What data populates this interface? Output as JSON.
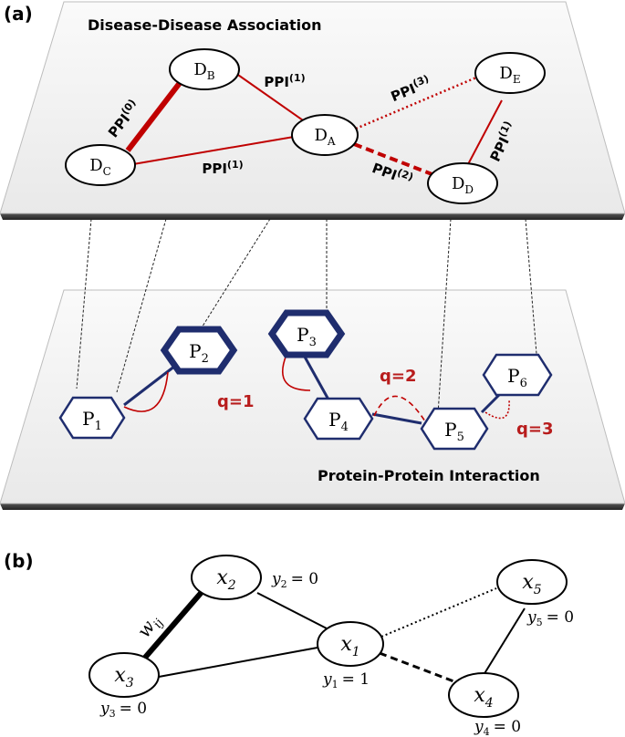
{
  "panel_a": {
    "label": "(a)",
    "top_plane_title": "Disease-Disease Association",
    "bottom_plane_title": "Protein-Protein Interaction",
    "diseases": {
      "DB": {
        "base": "D",
        "sub": "B"
      },
      "DC": {
        "base": "D",
        "sub": "C"
      },
      "DA": {
        "base": "D",
        "sub": "A"
      },
      "DE": {
        "base": "D",
        "sub": "E"
      },
      "DD": {
        "base": "D",
        "sub": "D"
      }
    },
    "ppi_labels": {
      "cb": {
        "base": "PPI",
        "sup": "(0)"
      },
      "ba": {
        "base": "PPI",
        "sup": "(1)"
      },
      "ca": {
        "base": "PPI",
        "sup": "(1)"
      },
      "ae": {
        "base": "PPI",
        "sup": "(3)"
      },
      "ad": {
        "base": "PPI",
        "sup": "(2)"
      },
      "de": {
        "base": "PPI",
        "sup": "(1)"
      }
    },
    "proteins": {
      "P1": {
        "base": "P",
        "sub": "1"
      },
      "P2": {
        "base": "P",
        "sub": "2"
      },
      "P3": {
        "base": "P",
        "sub": "3"
      },
      "P4": {
        "base": "P",
        "sub": "4"
      },
      "P5": {
        "base": "P",
        "sub": "5"
      },
      "P6": {
        "base": "P",
        "sub": "6"
      }
    },
    "q_labels": {
      "q1": "q=1",
      "q2": "q=2",
      "q3": "q=3"
    }
  },
  "panel_b": {
    "label": "(b)",
    "nodes": {
      "x1": {
        "base": "x",
        "sub": "1",
        "y_label": "y",
        "y_sub": "1",
        "y_value": "= 1"
      },
      "x2": {
        "base": "x",
        "sub": "2",
        "y_label": "y",
        "y_sub": "2",
        "y_value": "= 0"
      },
      "x3": {
        "base": "x",
        "sub": "3",
        "y_label": "y",
        "y_sub": "3",
        "y_value": "= 0"
      },
      "x4": {
        "base": "x",
        "sub": "4",
        "y_label": "y",
        "y_sub": "4",
        "y_value": "= 0"
      },
      "x5": {
        "base": "x",
        "sub": "5",
        "y_label": "y",
        "y_sub": "5",
        "y_value": "= 0"
      }
    },
    "edge_weight_label": {
      "base": "w",
      "sub": "ij"
    }
  },
  "colors": {
    "disease_edge": "#c00000",
    "protein_stroke": "#1f2d6e",
    "q_label": "#b81c1c",
    "plane_fill": "#f2f2f2",
    "plane_edge": "#3a3a3a"
  }
}
